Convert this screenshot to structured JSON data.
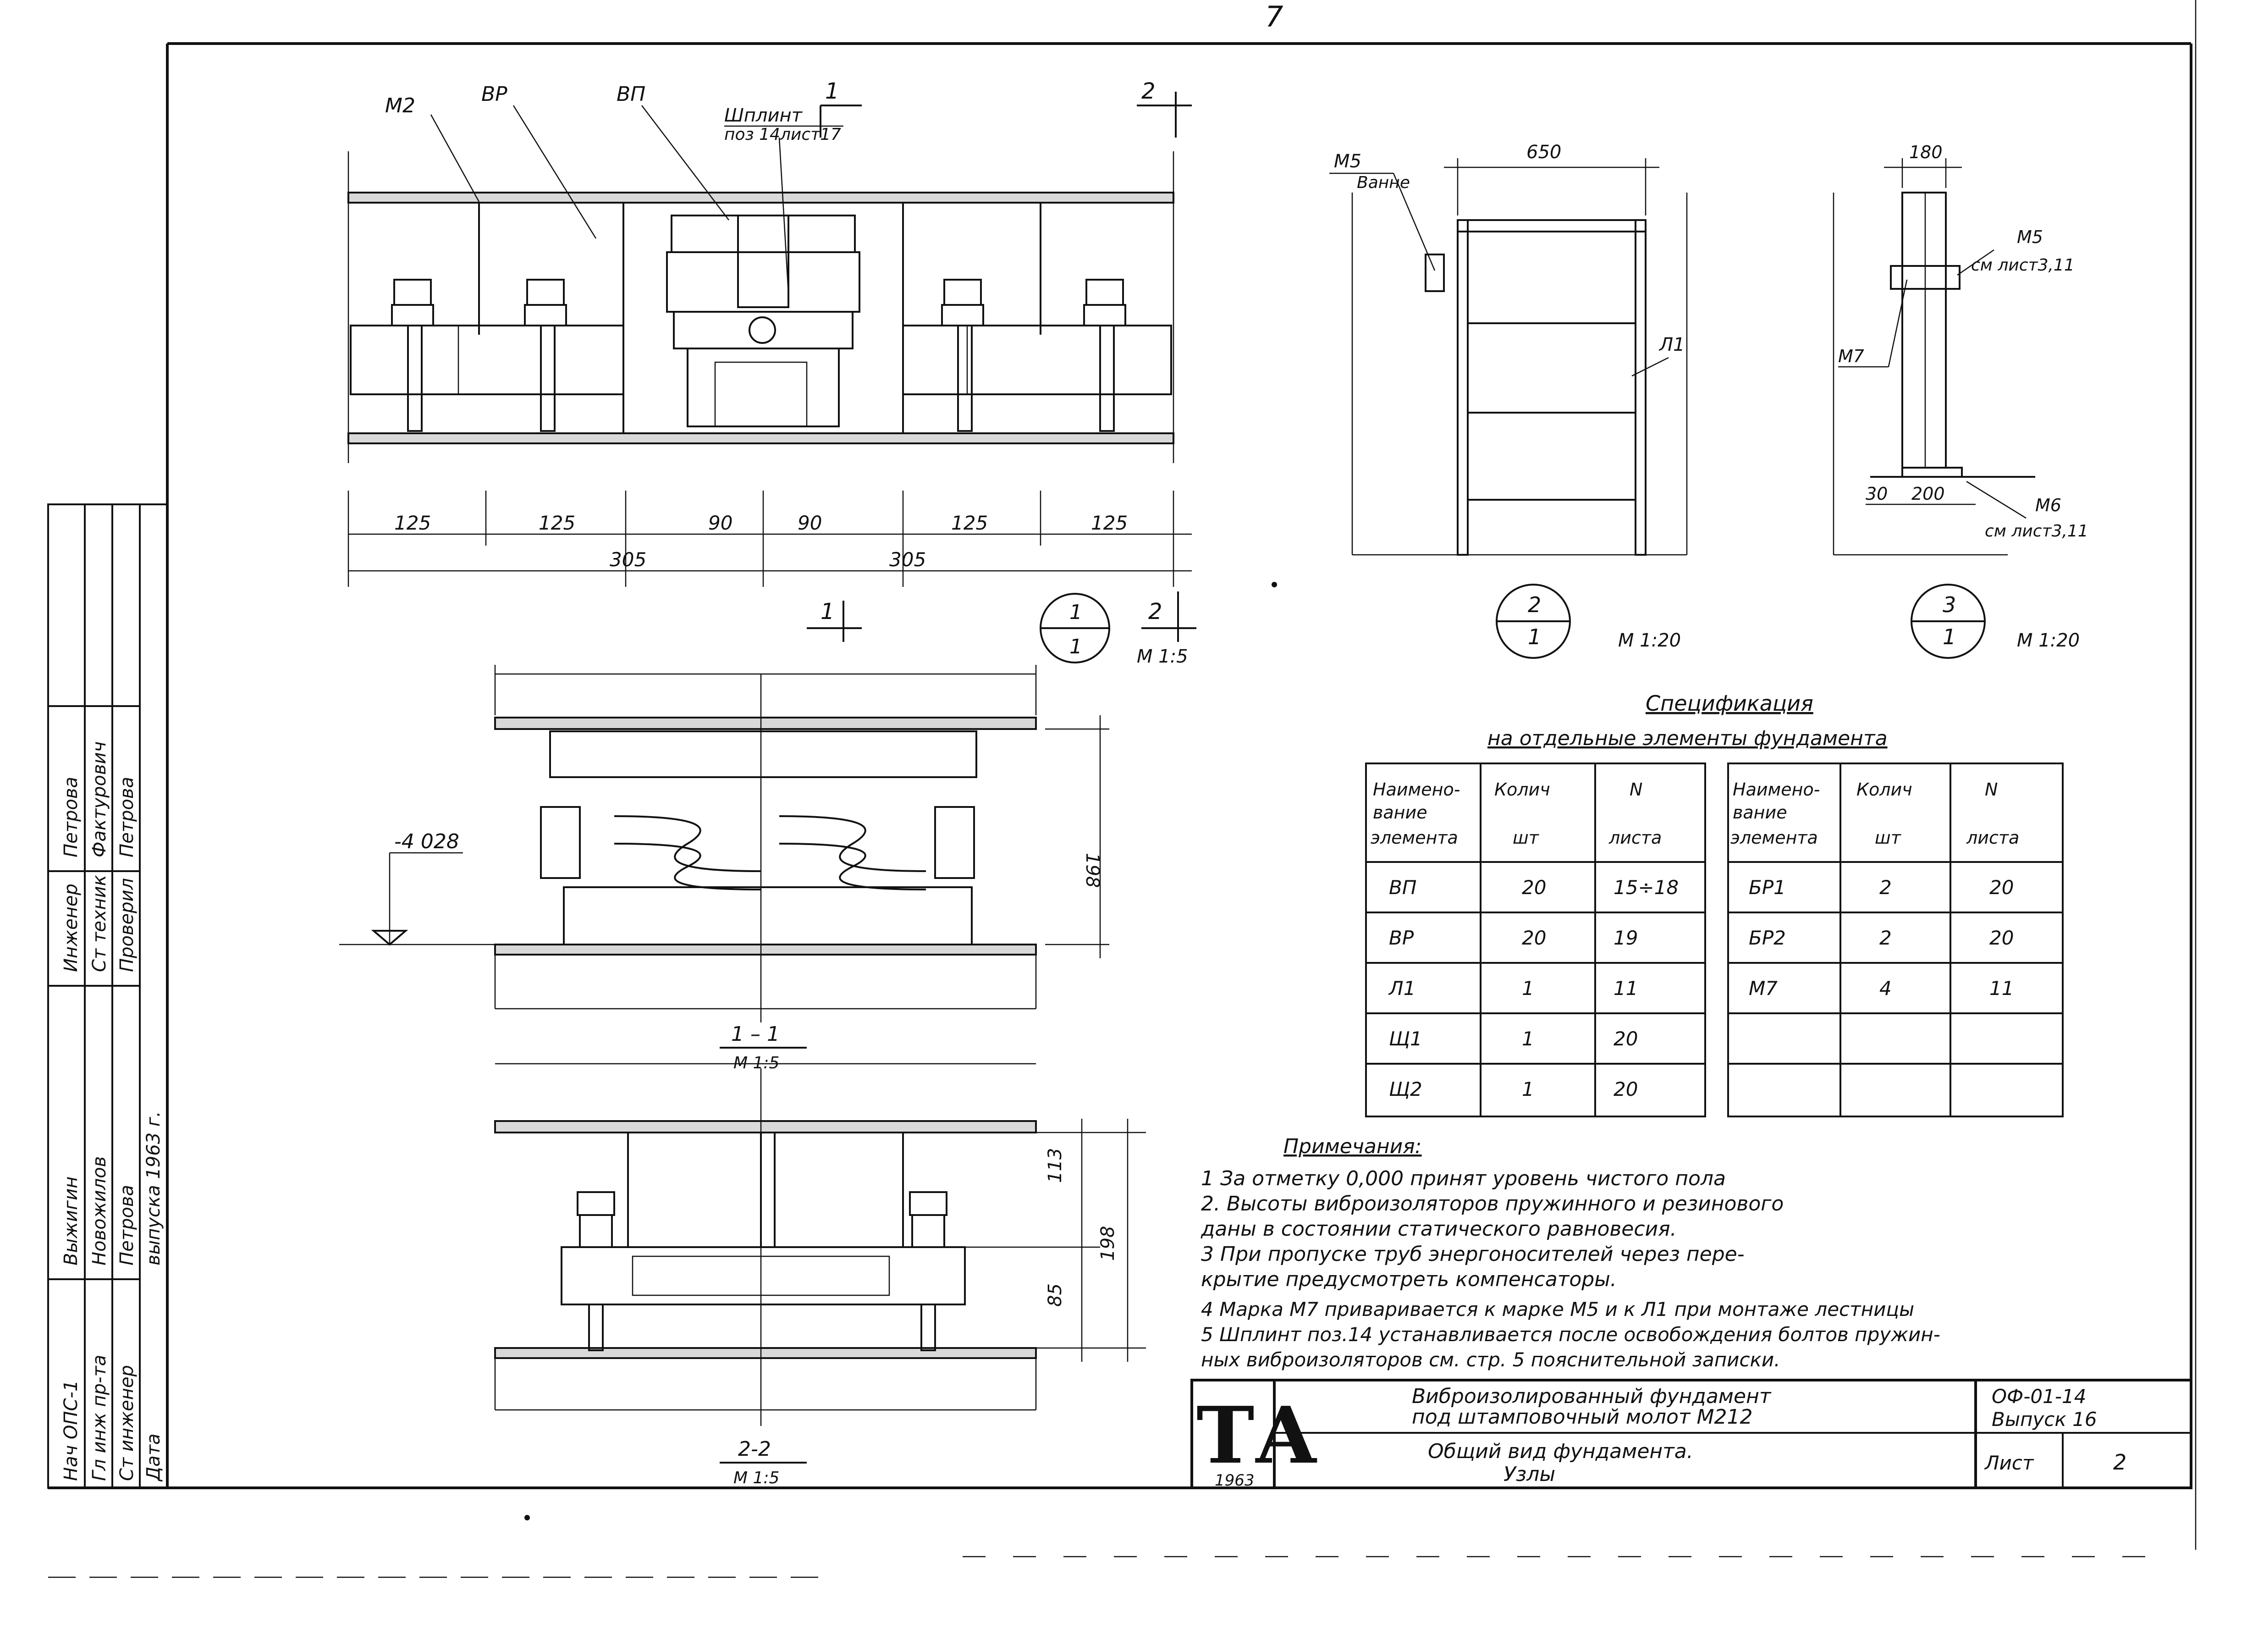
{
  "page_number": "7",
  "view_plan": {
    "callouts": [
      "М2",
      "ВР",
      "ВП"
    ],
    "cotter_label": [
      "Шплинт",
      "поз 14лист17"
    ],
    "section_marks": [
      "1",
      "2"
    ],
    "dims_row1": [
      "125",
      "125",
      "90",
      "90",
      "125",
      "125"
    ],
    "dims_row2": [
      "305",
      "305"
    ],
    "node_num": "1",
    "node_sheet": "1",
    "scale": "М 1:5"
  },
  "view_node2": {
    "dim_top": "650",
    "label_m5": "М5",
    "label_vanie": "Ванне",
    "label_l1": "Л1",
    "node_num": "2",
    "node_sheet": "1",
    "scale": "М 1:20"
  },
  "view_node3": {
    "dim_top": "180",
    "label_m5": "М5",
    "ref_m5": "см лист3,11",
    "label_m7": "М7",
    "dim_30": "30",
    "dim_200": "200",
    "label_m6": "М6",
    "ref_m6": "см лист3,11",
    "node_num": "3",
    "node_sheet": "1",
    "scale": "М 1:20"
  },
  "section_1_1": {
    "level": "-4 028",
    "height": "198",
    "title": "1 – 1",
    "scale": "М 1:5"
  },
  "section_2_2": {
    "dim_113": "113",
    "dim_85": "85",
    "dim_198": "198",
    "title": "2-2",
    "scale": "М 1:5"
  },
  "spec": {
    "title": "Спецификация",
    "subtitle": "на отдельные элементы фундамента",
    "headers": {
      "name": [
        "Наимено-",
        "вание",
        "элемента"
      ],
      "qty": [
        "Колич",
        "шт"
      ],
      "sheet": [
        "N",
        "листа"
      ]
    },
    "left_rows": [
      [
        "ВП",
        "20",
        "15÷18"
      ],
      [
        "ВР",
        "20",
        "19"
      ],
      [
        "Л1",
        "1",
        "11"
      ],
      [
        "Щ1",
        "1",
        "20"
      ],
      [
        "Щ2",
        "1",
        "20"
      ]
    ],
    "right_rows": [
      [
        "БР1",
        "2",
        "20"
      ],
      [
        "БР2",
        "2",
        "20"
      ],
      [
        "М7",
        "4",
        "11"
      ],
      [
        "",
        "",
        ""
      ],
      [
        "",
        "",
        ""
      ]
    ]
  },
  "notes": {
    "title": "Примечания:",
    "lines": [
      "1 За отметку 0,000 принят уровень чистого пола",
      "2. Высоты виброизоляторов пружинного и резинового",
      "даны в состоянии статического равновесия.",
      "3 При пропуске труб энергоносителей через пере-",
      "крытие предусмотреть компенсаторы.",
      "4 Марка М7 приваривается к марке М5 и к Л1 при монтаже лестницы",
      "5 Шплинт поз.14 устанавливается после освобождения болтов пружин-",
      "ных виброизоляторов см. стр. 5 пояснительной записки."
    ]
  },
  "title_block": {
    "logo": "ТА",
    "year": "1963",
    "title1": "Виброизолированный фундамент",
    "title2": "под штамповочный молот М212",
    "subtitle1": "Общий вид фундамента.",
    "subtitle2": "Узлы",
    "code": "ОФ-01-14",
    "issue": "Выпуск 16",
    "sheet_label": "Лист",
    "sheet_number": "2"
  },
  "stamp": {
    "columns": [
      [
        "Нач ОПС-1",
        "Выжигин",
        ""
      ],
      [
        "Гл инж пр-та",
        "Новожилов",
        ""
      ],
      [
        "Ст инженер",
        "Петрова",
        ""
      ],
      [
        "Дата",
        "выпуска 1963 г.",
        ""
      ],
      [
        "Инженер",
        "Петрова",
        ""
      ],
      [
        "Ст техник",
        "Фактурович",
        ""
      ],
      [
        "Проверил",
        "Петрова",
        ""
      ]
    ]
  }
}
